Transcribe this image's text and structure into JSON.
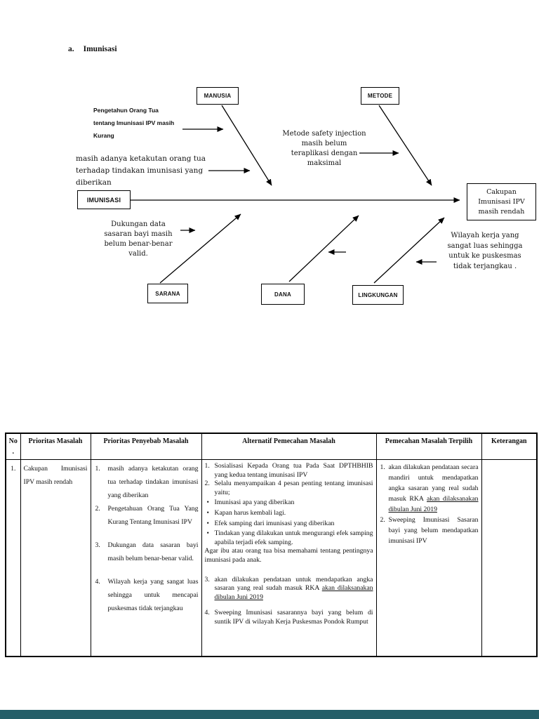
{
  "heading": {
    "letter": "a.",
    "text": "Imunisasi"
  },
  "diagram": {
    "category_boxes": {
      "manusia": "MANUSIA",
      "metode": "METODE",
      "imunisasi": "IMUNISASI",
      "sarana": "SARANA",
      "dana": "DANA",
      "lingkungan": "LINGKUNGAN"
    },
    "effect_box": "Cakupan\nImunisasi IPV\nmasih rendah",
    "causes": {
      "pengetahuan": "Pengetahun Orang Tua\ntentang Imunisasi IPV masih\nKurang",
      "ketakutan": "masih adanya ketakutan orang tua\nterhadap tindakan  imunisasi yang\ndiberikan",
      "metode_safety": "Metode safety injection\nmasih belum\nteraplikasi dengan\nmaksimal",
      "dukungan": "Dukungan data\nsasaran bayi masih\nbelum benar-benar\nvalid.",
      "wilayah": "Wilayah kerja yang\nsangat luas sehingga\nuntuk ke puskesmas\ntidak terjangkau ."
    }
  },
  "table": {
    "headers": {
      "no": "No\n.",
      "prioritas_masalah": "Prioritas Masalah",
      "penyebab": "Prioritas Penyebab Masalah",
      "alternatif": "Alternatif Pemecahan Masalah",
      "terpilih": "Pemecahan Masalah Terpilih",
      "keterangan": "Keterangan"
    },
    "row": {
      "no": "1.",
      "prioritas_masalah": "Cakupan Imunisasi IPV masih rendah",
      "penyebab": [
        {
          "num": "1.",
          "text": "masih adanya ketakutan orang tua terhadap tindakan imunisasi yang diberikan"
        },
        {
          "num": "2.",
          "text": "Pengetahuan Orang Tua Yang Kurang Tentang Imunisasi IPV"
        },
        {
          "num": "3.",
          "text": "Dukungan data sasaran bayi masih belum benar-benar valid."
        },
        {
          "num": "4.",
          "text": "Wilayah kerja yang sangat luas sehingga untuk mencapai puskesmas tidak terjangkau"
        }
      ],
      "alternatif": {
        "item1": {
          "num": "1.",
          "text": "Sosialisasi Kepada Orang tua Pada Saat DPTHBHIB yang kedua tentang imunisasi IPV"
        },
        "item2": {
          "num": "2.",
          "text": "Selalu menyampaikan 4 pesan penting tentang imunisasi yaitu;"
        },
        "bullets": [
          {
            "marker": "•",
            "text": "Imunisasi apa yang diberikan"
          },
          {
            "marker": "•",
            "text": "Kapan harus kembali lagi."
          },
          {
            "marker": "•",
            "text": "Efek samping dari imunisasi yang diberikan"
          },
          {
            "marker": "•",
            "text": "Tindakan yang dilakukan untuk mengurangi efek samping apabila terjadi efek samping."
          }
        ],
        "note": "Agar ibu atau orang tua bisa memahami tentang pentingnya imunisasi pada anak.",
        "item3": {
          "num": "3.",
          "text": "akan dilakukan pendataan  untuk mendapatkan angka sasaran yang real sudah masuk RKA ",
          "underlined": "akan dilaksanakan dibulan Juni 2019"
        },
        "item4": {
          "num": "4.",
          "text": "Sweeping Imunisasi sasarannya bayi yang belum di suntik IPV di wilayah Kerja Puskesmas Pondok Rumput"
        }
      },
      "terpilih": {
        "item1": {
          "num": "1.",
          "text": "akan dilakukan pendataan secara mandiri untuk mendapatkan angka sasaran yang real sudah masuk RKA ",
          "underlined": "akan dilaksanakan dibulan Juni 2019"
        },
        "item2": {
          "num": "2.",
          "text": "Sweeping Imunisasi Sasaran bayi yang belum mendapatkan imunisasi IPV"
        }
      },
      "keterangan": ""
    }
  },
  "colors": {
    "footer_bar": "#245e68",
    "ink": "#000000",
    "paper": "#ffffff"
  }
}
